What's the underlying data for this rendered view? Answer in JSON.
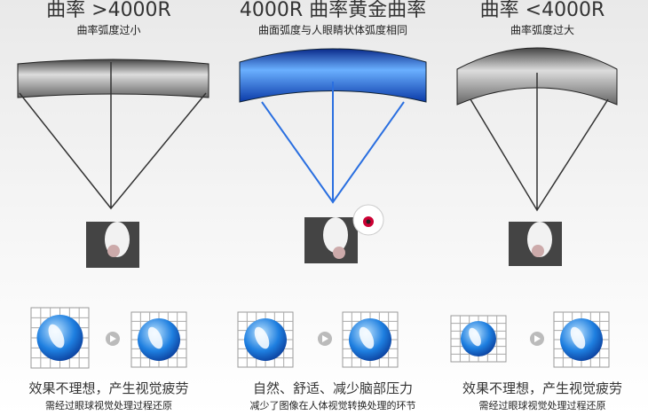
{
  "columns": [
    {
      "title": "曲率 >4000R",
      "subtitle": "曲率弧度过小",
      "caption": "效果不理想，产生视觉疲劳",
      "caption_sub": "需经过眼球视觉处理过程还原"
    },
    {
      "title": "4000R 曲率黄金曲率",
      "subtitle": "曲面弧度与人眼睛状体弧度相同",
      "caption": "自然、舒适、减少脑部压力",
      "caption_sub": "减少了图像在人体视觉转换处理的环节"
    },
    {
      "title": "曲率 <4000R",
      "subtitle": "曲率弧度过大",
      "caption": "效果不理想，产生视觉疲劳",
      "caption_sub": "需经过眼球视觉处理过程还原"
    }
  ],
  "colors": {
    "accent_blue": "#2a6fe0",
    "line_gray": "#333333"
  }
}
